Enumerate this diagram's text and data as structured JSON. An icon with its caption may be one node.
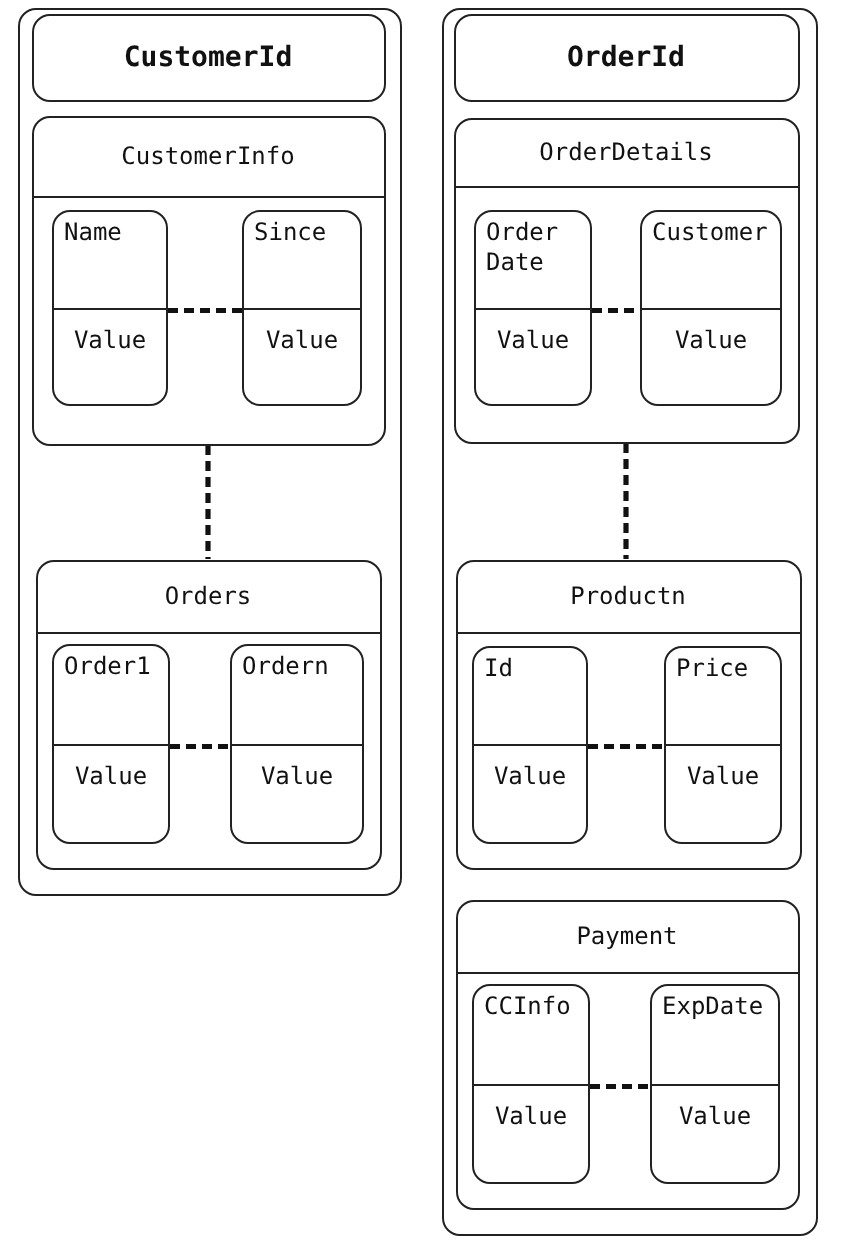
{
  "diagram": {
    "nodes": [
      {
        "text": [],
        "shape": "box"
      },
      {
        "text": [
          "CustomerId"
        ],
        "in": 0
      },
      {
        "text": [
          "CustomerInfo"
        ],
        "in": 0
      },
      {
        "text": [
          "Name",
          "Value"
        ],
        "in": 2
      },
      {
        "text": [
          "Since",
          "Value"
        ],
        "in": 2
      },
      {
        "text": [
          "Orders"
        ],
        "in": 0
      },
      {
        "text": [
          "Order1",
          "Value"
        ],
        "in": 5
      },
      {
        "text": [
          "Ordern",
          "Value"
        ],
        "in": 5
      },
      {
        "text": [],
        "shape": "box"
      },
      {
        "text": [
          "OrderId"
        ],
        "in": 8
      },
      {
        "text": [
          "OrderDetails"
        ],
        "in": 8
      },
      {
        "text": [
          "Order Date",
          "Value"
        ],
        "in": 10
      },
      {
        "text": [
          "Customer",
          "Value"
        ],
        "in": 10
      },
      {
        "text": [
          "Productn"
        ],
        "in": 8
      },
      {
        "text": [
          "Id",
          "Value"
        ],
        "in": 13
      },
      {
        "text": [
          "Price",
          "Value"
        ],
        "in": 13
      },
      {
        "text": [
          "Payment"
        ],
        "in": 8
      },
      {
        "text": [
          "CCInfo",
          "Value"
        ],
        "in": 16
      },
      {
        "text": [
          "ExpDate",
          "Value"
        ],
        "in": 16
      }
    ],
    "edges": [
      {
        "from": 3,
        "to": 4,
        "arrow": "none",
        "style": "dashed"
      },
      {
        "from": 2,
        "to": 5,
        "arrow": "none",
        "style": "dashed"
      },
      {
        "from": 6,
        "to": 7,
        "arrow": "none",
        "style": "dashed"
      },
      {
        "from": 11,
        "to": 12,
        "arrow": "none",
        "style": "dashed"
      },
      {
        "from": 10,
        "to": 13,
        "arrow": "none",
        "style": "dashed"
      },
      {
        "from": 14,
        "to": 15,
        "arrow": "none",
        "style": "dashed"
      },
      {
        "from": 17,
        "to": 18,
        "arrow": "none",
        "style": "dashed"
      }
    ]
  }
}
